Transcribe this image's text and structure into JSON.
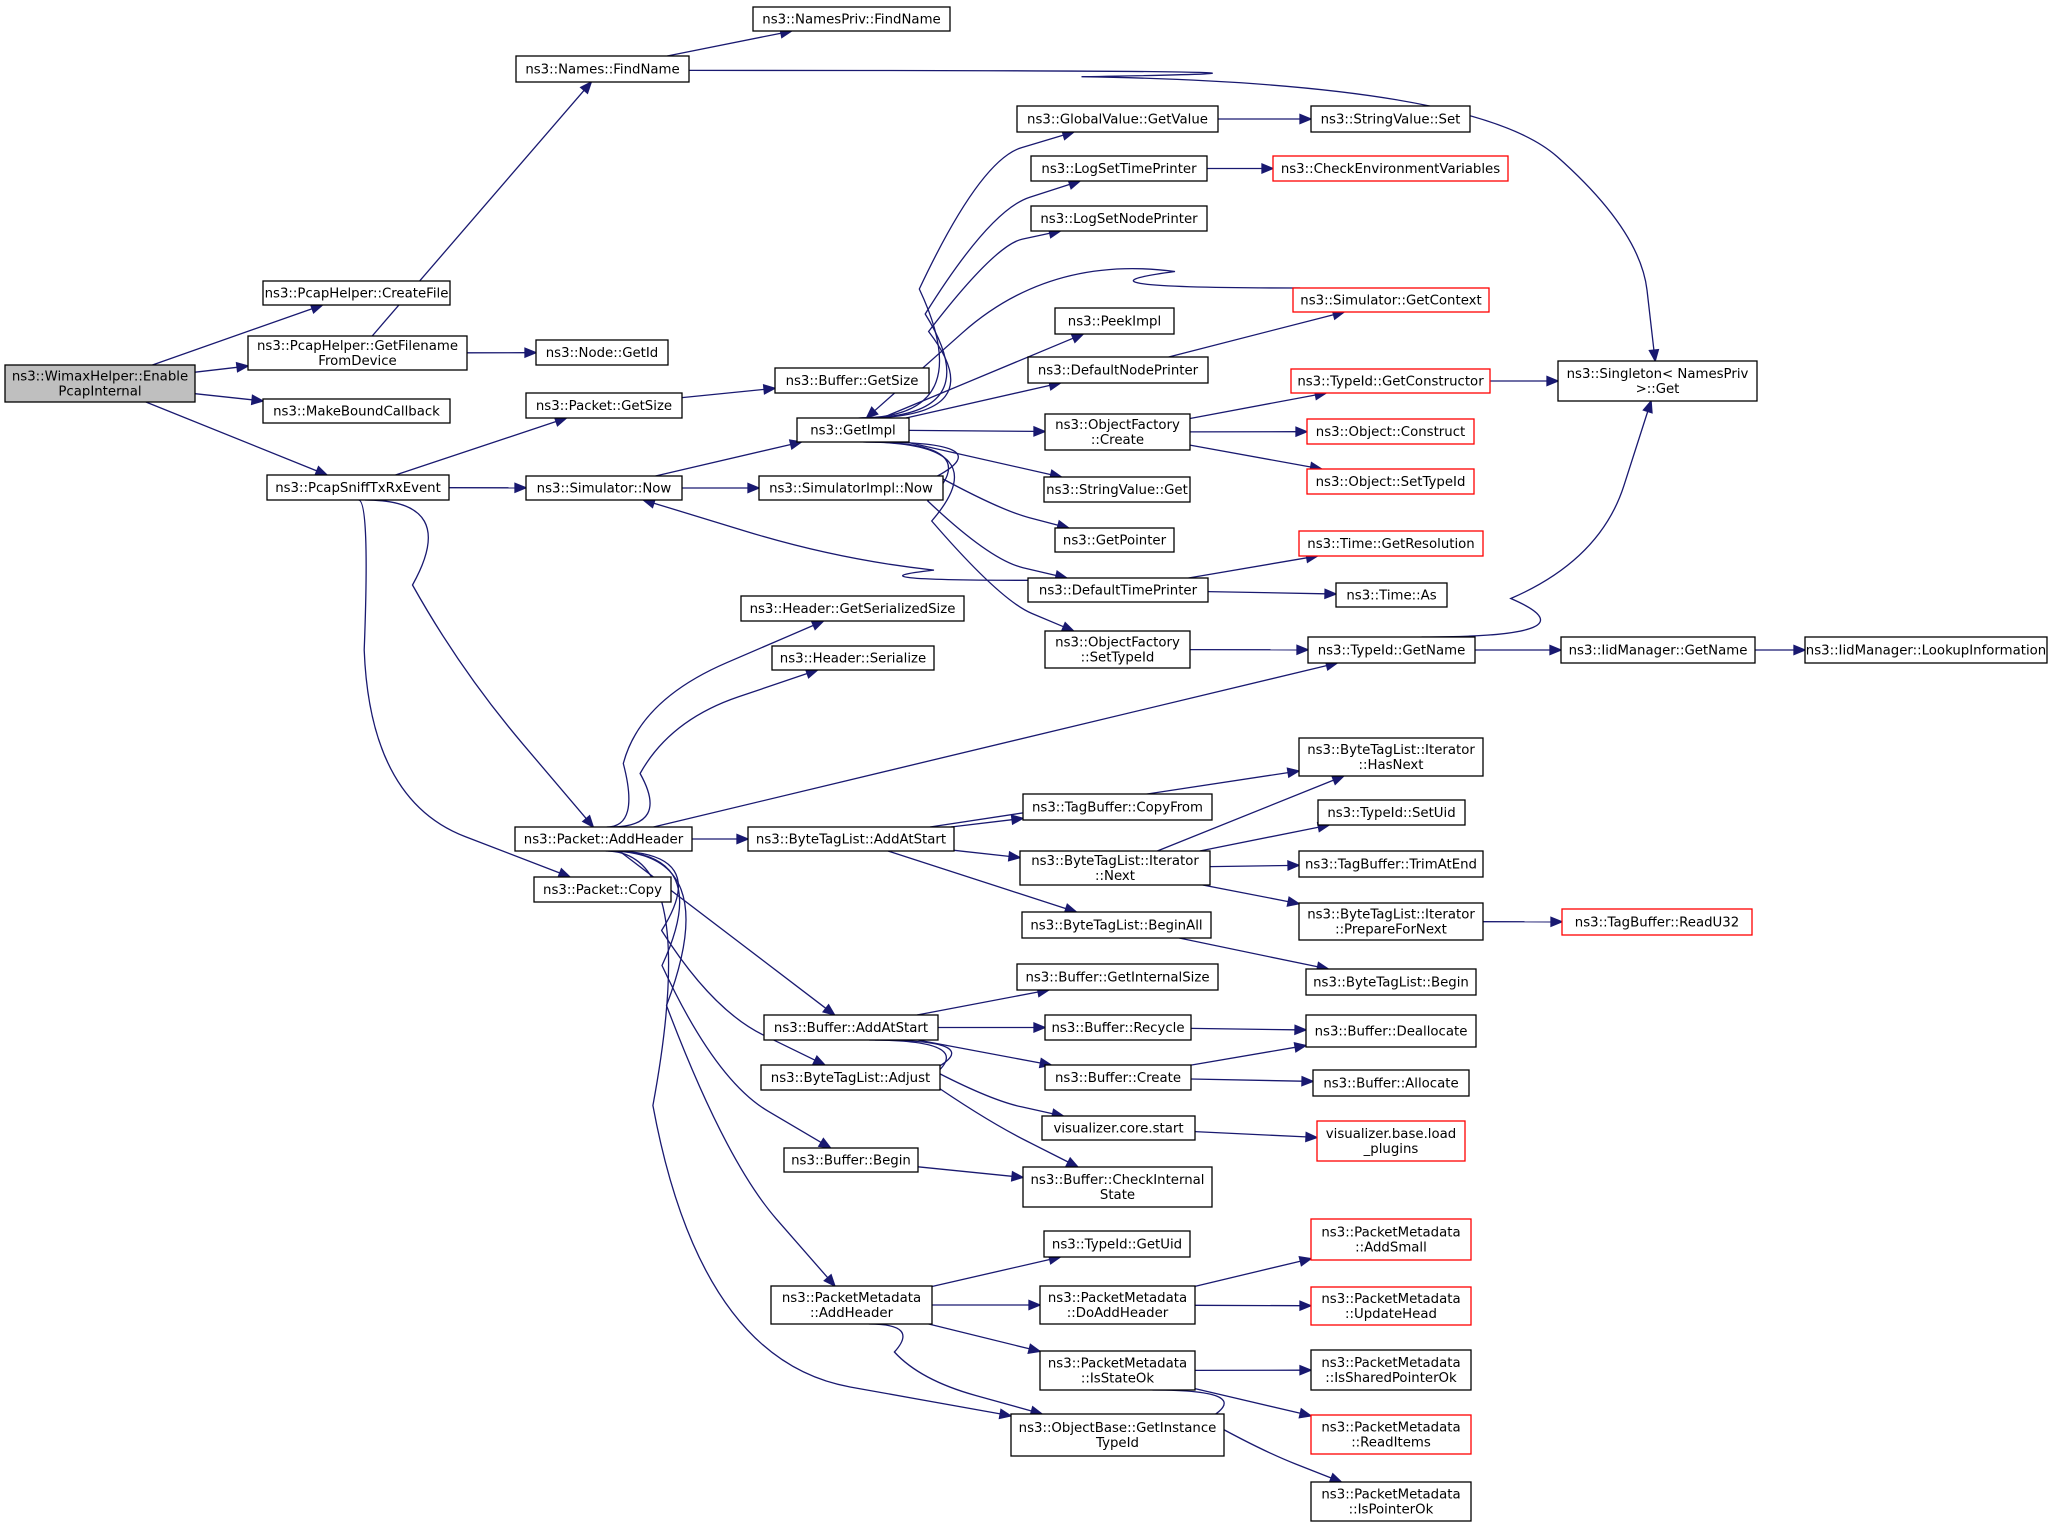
{
  "graph": {
    "root": "ns3::WimaxHelper::EnablePcapInternal",
    "nodes": [
      {
        "id": "n0",
        "lines": [
          "ns3::WimaxHelper::Enable",
          "PcapInternal"
        ],
        "style": "root"
      },
      {
        "id": "n1",
        "lines": [
          "ns3::PcapHelper::CreateFile"
        ]
      },
      {
        "id": "n2",
        "lines": [
          "ns3::PcapHelper::GetFilename",
          "FromDevice"
        ]
      },
      {
        "id": "n3",
        "lines": [
          "ns3::Names::FindName"
        ]
      },
      {
        "id": "n4",
        "lines": [
          "ns3::NamesPriv::FindName"
        ]
      },
      {
        "id": "n5",
        "lines": [
          "ns3::Singleton< NamesPriv",
          " >::Get"
        ]
      },
      {
        "id": "n6",
        "lines": [
          "ns3::Node::GetId"
        ]
      },
      {
        "id": "n7",
        "lines": [
          "ns3::MakeBoundCallback"
        ]
      },
      {
        "id": "n8",
        "lines": [
          "ns3::PcapSniffTxRxEvent"
        ]
      },
      {
        "id": "n9",
        "lines": [
          "ns3::Packet::GetSize"
        ]
      },
      {
        "id": "n10",
        "lines": [
          "ns3::Buffer::GetSize"
        ]
      },
      {
        "id": "n11",
        "lines": [
          "ns3::Simulator::Now"
        ]
      },
      {
        "id": "n12",
        "lines": [
          "ns3::GetImpl"
        ]
      },
      {
        "id": "n13",
        "lines": [
          "ns3::GlobalValue::GetValue"
        ]
      },
      {
        "id": "n14",
        "lines": [
          "ns3::StringValue::Set"
        ]
      },
      {
        "id": "n15",
        "lines": [
          "ns3::LogSetTimePrinter"
        ]
      },
      {
        "id": "n16",
        "lines": [
          "ns3::CheckEnvironmentVariables"
        ],
        "style": "trunc"
      },
      {
        "id": "n17",
        "lines": [
          "ns3::LogSetNodePrinter"
        ]
      },
      {
        "id": "n18",
        "lines": [
          "ns3::Simulator::GetContext"
        ],
        "style": "trunc"
      },
      {
        "id": "n19",
        "lines": [
          "ns3::PeekImpl"
        ]
      },
      {
        "id": "n20",
        "lines": [
          "ns3::DefaultNodePrinter"
        ]
      },
      {
        "id": "n21",
        "lines": [
          "ns3::ObjectFactory",
          "::Create"
        ]
      },
      {
        "id": "n22",
        "lines": [
          "ns3::TypeId::GetConstructor"
        ],
        "style": "trunc"
      },
      {
        "id": "n23",
        "lines": [
          "ns3::Object::Construct"
        ],
        "style": "trunc"
      },
      {
        "id": "n24",
        "lines": [
          "ns3::Object::SetTypeId"
        ],
        "style": "trunc"
      },
      {
        "id": "n25",
        "lines": [
          "ns3::StringValue::Get"
        ]
      },
      {
        "id": "n26",
        "lines": [
          "ns3::GetPointer"
        ]
      },
      {
        "id": "n27",
        "lines": [
          "ns3::DefaultTimePrinter"
        ]
      },
      {
        "id": "n28",
        "lines": [
          "ns3::Time::GetResolution"
        ],
        "style": "trunc"
      },
      {
        "id": "n29",
        "lines": [
          "ns3::Time::As"
        ]
      },
      {
        "id": "n30",
        "lines": [
          "ns3::ObjectFactory",
          "::SetTypeId"
        ]
      },
      {
        "id": "n31",
        "lines": [
          "ns3::TypeId::GetName"
        ]
      },
      {
        "id": "n32",
        "lines": [
          "ns3::IidManager::GetName"
        ]
      },
      {
        "id": "n33",
        "lines": [
          "ns3::IidManager::LookupInformation"
        ]
      },
      {
        "id": "n34",
        "lines": [
          "ns3::SimulatorImpl::Now"
        ]
      },
      {
        "id": "n35",
        "lines": [
          "ns3::Header::GetSerializedSize"
        ]
      },
      {
        "id": "n36",
        "lines": [
          "ns3::Header::Serialize"
        ]
      },
      {
        "id": "n37",
        "lines": [
          "ns3::Packet::AddHeader"
        ]
      },
      {
        "id": "n38",
        "lines": [
          "ns3::Packet::Copy"
        ]
      },
      {
        "id": "n39",
        "lines": [
          "ns3::ByteTagList::AddAtStart"
        ]
      },
      {
        "id": "n40",
        "lines": [
          "ns3::ByteTagList::Iterator",
          "::HasNext"
        ]
      },
      {
        "id": "n41",
        "lines": [
          "ns3::TagBuffer::CopyFrom"
        ]
      },
      {
        "id": "n42",
        "lines": [
          "ns3::ByteTagList::Iterator",
          "::Next"
        ]
      },
      {
        "id": "n43",
        "lines": [
          "ns3::TypeId::SetUid"
        ]
      },
      {
        "id": "n44",
        "lines": [
          "ns3::TagBuffer::TrimAtEnd"
        ]
      },
      {
        "id": "n45",
        "lines": [
          "ns3::ByteTagList::Iterator",
          "::PrepareForNext"
        ]
      },
      {
        "id": "n46",
        "lines": [
          "ns3::TagBuffer::ReadU32"
        ],
        "style": "trunc"
      },
      {
        "id": "n47",
        "lines": [
          "ns3::ByteTagList::BeginAll"
        ]
      },
      {
        "id": "n48",
        "lines": [
          "ns3::ByteTagList::Begin"
        ]
      },
      {
        "id": "n49",
        "lines": [
          "ns3::Buffer::GetInternalSize"
        ]
      },
      {
        "id": "n50",
        "lines": [
          "ns3::Buffer::AddAtStart"
        ]
      },
      {
        "id": "n51",
        "lines": [
          "ns3::Buffer::Recycle"
        ]
      },
      {
        "id": "n52",
        "lines": [
          "ns3::Buffer::Deallocate"
        ]
      },
      {
        "id": "n53",
        "lines": [
          "ns3::Buffer::Create"
        ]
      },
      {
        "id": "n54",
        "lines": [
          "ns3::Buffer::Allocate"
        ]
      },
      {
        "id": "n55",
        "lines": [
          "visualizer.core.start"
        ]
      },
      {
        "id": "n56",
        "lines": [
          "visualizer.base.load",
          "_plugins"
        ],
        "style": "trunc"
      },
      {
        "id": "n57",
        "lines": [
          "ns3::Buffer::CheckInternal",
          "State"
        ]
      },
      {
        "id": "n58",
        "lines": [
          "ns3::ByteTagList::Adjust"
        ]
      },
      {
        "id": "n59",
        "lines": [
          "ns3::Buffer::Begin"
        ]
      },
      {
        "id": "n60",
        "lines": [
          "ns3::TypeId::GetUid"
        ]
      },
      {
        "id": "n61",
        "lines": [
          "ns3::PacketMetadata",
          "::AddHeader"
        ]
      },
      {
        "id": "n62",
        "lines": [
          "ns3::PacketMetadata",
          "::DoAddHeader"
        ]
      },
      {
        "id": "n63",
        "lines": [
          "ns3::PacketMetadata",
          "::AddSmall"
        ],
        "style": "trunc"
      },
      {
        "id": "n64",
        "lines": [
          "ns3::PacketMetadata",
          "::UpdateHead"
        ],
        "style": "trunc"
      },
      {
        "id": "n65",
        "lines": [
          "ns3::PacketMetadata",
          "::IsStateOk"
        ]
      },
      {
        "id": "n66",
        "lines": [
          "ns3::PacketMetadata",
          "::IsSharedPointerOk"
        ]
      },
      {
        "id": "n67",
        "lines": [
          "ns3::PacketMetadata",
          "::ReadItems"
        ],
        "style": "trunc"
      },
      {
        "id": "n68",
        "lines": [
          "ns3::PacketMetadata",
          "::IsPointerOk"
        ]
      },
      {
        "id": "n69",
        "lines": [
          "ns3::ObjectBase::GetInstance",
          "TypeId"
        ]
      }
    ],
    "edges": [
      [
        "n0",
        "n1"
      ],
      [
        "n0",
        "n2"
      ],
      [
        "n0",
        "n7"
      ],
      [
        "n0",
        "n8"
      ],
      [
        "n2",
        "n3"
      ],
      [
        "n2",
        "n6"
      ],
      [
        "n3",
        "n4"
      ],
      [
        "n3",
        "n5"
      ],
      [
        "n8",
        "n9"
      ],
      [
        "n8",
        "n11"
      ],
      [
        "n8",
        "n37"
      ],
      [
        "n8",
        "n38"
      ],
      [
        "n9",
        "n10"
      ],
      [
        "n11",
        "n12"
      ],
      [
        "n11",
        "n34"
      ],
      [
        "n12",
        "n13"
      ],
      [
        "n12",
        "n15"
      ],
      [
        "n12",
        "n17"
      ],
      [
        "n12",
        "n19"
      ],
      [
        "n12",
        "n20"
      ],
      [
        "n12",
        "n21"
      ],
      [
        "n12",
        "n25"
      ],
      [
        "n12",
        "n26"
      ],
      [
        "n12",
        "n27"
      ],
      [
        "n12",
        "n30"
      ],
      [
        "n13",
        "n14"
      ],
      [
        "n15",
        "n16"
      ],
      [
        "n18",
        "n12"
      ],
      [
        "n20",
        "n18"
      ],
      [
        "n21",
        "n22"
      ],
      [
        "n21",
        "n23"
      ],
      [
        "n21",
        "n24"
      ],
      [
        "n22",
        "n5"
      ],
      [
        "n27",
        "n11"
      ],
      [
        "n27",
        "n28"
      ],
      [
        "n27",
        "n29"
      ],
      [
        "n30",
        "n31"
      ],
      [
        "n31",
        "n5"
      ],
      [
        "n31",
        "n32"
      ],
      [
        "n32",
        "n33"
      ],
      [
        "n37",
        "n35"
      ],
      [
        "n37",
        "n36"
      ],
      [
        "n37",
        "n31"
      ],
      [
        "n37",
        "n39"
      ],
      [
        "n37",
        "n50"
      ],
      [
        "n37",
        "n58"
      ],
      [
        "n37",
        "n59"
      ],
      [
        "n37",
        "n61"
      ],
      [
        "n37",
        "n69"
      ],
      [
        "n39",
        "n40"
      ],
      [
        "n39",
        "n41"
      ],
      [
        "n39",
        "n42"
      ],
      [
        "n39",
        "n47"
      ],
      [
        "n42",
        "n40"
      ],
      [
        "n42",
        "n43"
      ],
      [
        "n42",
        "n44"
      ],
      [
        "n42",
        "n45"
      ],
      [
        "n45",
        "n46"
      ],
      [
        "n47",
        "n48"
      ],
      [
        "n50",
        "n49"
      ],
      [
        "n50",
        "n51"
      ],
      [
        "n50",
        "n53"
      ],
      [
        "n50",
        "n55"
      ],
      [
        "n50",
        "n57"
      ],
      [
        "n51",
        "n52"
      ],
      [
        "n53",
        "n52"
      ],
      [
        "n53",
        "n54"
      ],
      [
        "n55",
        "n56"
      ],
      [
        "n59",
        "n57"
      ],
      [
        "n61",
        "n60"
      ],
      [
        "n61",
        "n62"
      ],
      [
        "n61",
        "n65"
      ],
      [
        "n61",
        "n69"
      ],
      [
        "n62",
        "n63"
      ],
      [
        "n62",
        "n64"
      ],
      [
        "n65",
        "n66"
      ],
      [
        "n65",
        "n67"
      ],
      [
        "n65",
        "n68"
      ]
    ]
  }
}
